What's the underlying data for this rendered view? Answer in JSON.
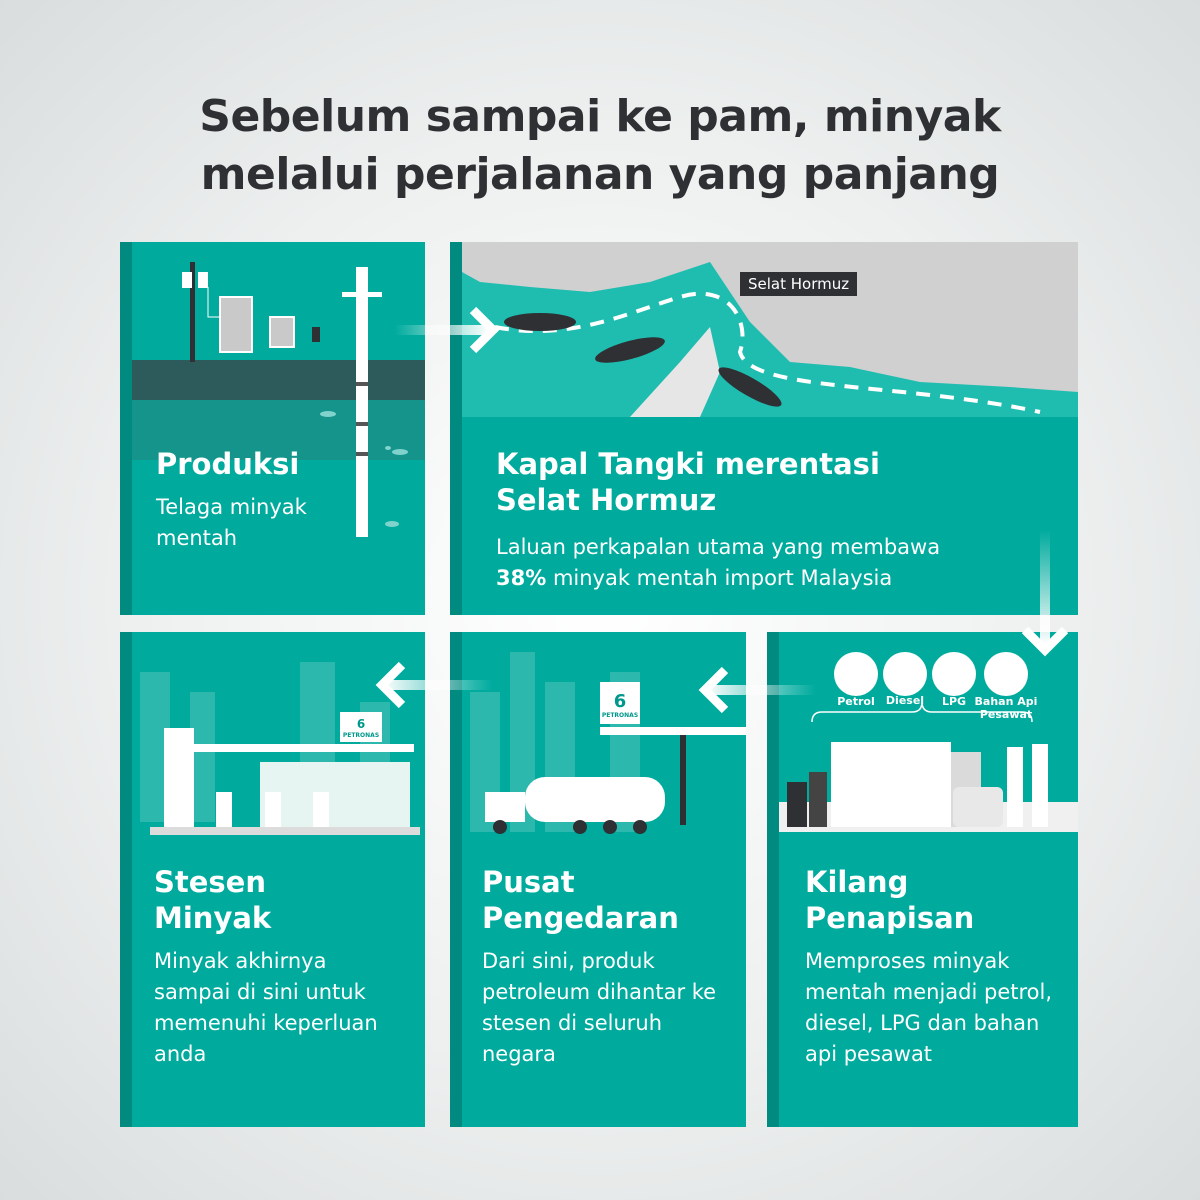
{
  "title_line1": "Sebelum sampai ke pam, minyak",
  "title_line2": "melalui perjalanan yang panjang",
  "colors": {
    "teal": "#00ab9e",
    "teal_dark": "#008a80",
    "title": "#2e3033"
  },
  "steps": [
    {
      "heading": "Produksi",
      "body": "Telaga minyak mentah"
    },
    {
      "heading_line1": "Kapal Tangki merentasi",
      "heading_line2": "Selat Hormuz",
      "body_line1": "Laluan perkapalan utama yang membawa",
      "body_pct": "38%",
      "body_line2_rest": " minyak mentah import Malaysia",
      "map_label": "Selat Hormuz"
    },
    {
      "heading_line1": "Kilang",
      "heading_line2": "Penapisan",
      "body": "Memproses minyak mentah menjadi petrol, diesel, LPG dan bahan api pesawat",
      "products": [
        "Petrol",
        "Diesel",
        "LPG",
        "Bahan Api Pesawat"
      ]
    },
    {
      "heading_line1": "Pusat",
      "heading_line2": "Pengedaran",
      "body": "Dari sini, produk petroleum dihantar ke stesen di seluruh negara"
    },
    {
      "heading_line1": "Stesen",
      "heading_line2": "Minyak",
      "body": "Minyak akhirnya sampai di sini untuk memenuhi keperluan anda"
    }
  ],
  "brand": "PETRONAS"
}
